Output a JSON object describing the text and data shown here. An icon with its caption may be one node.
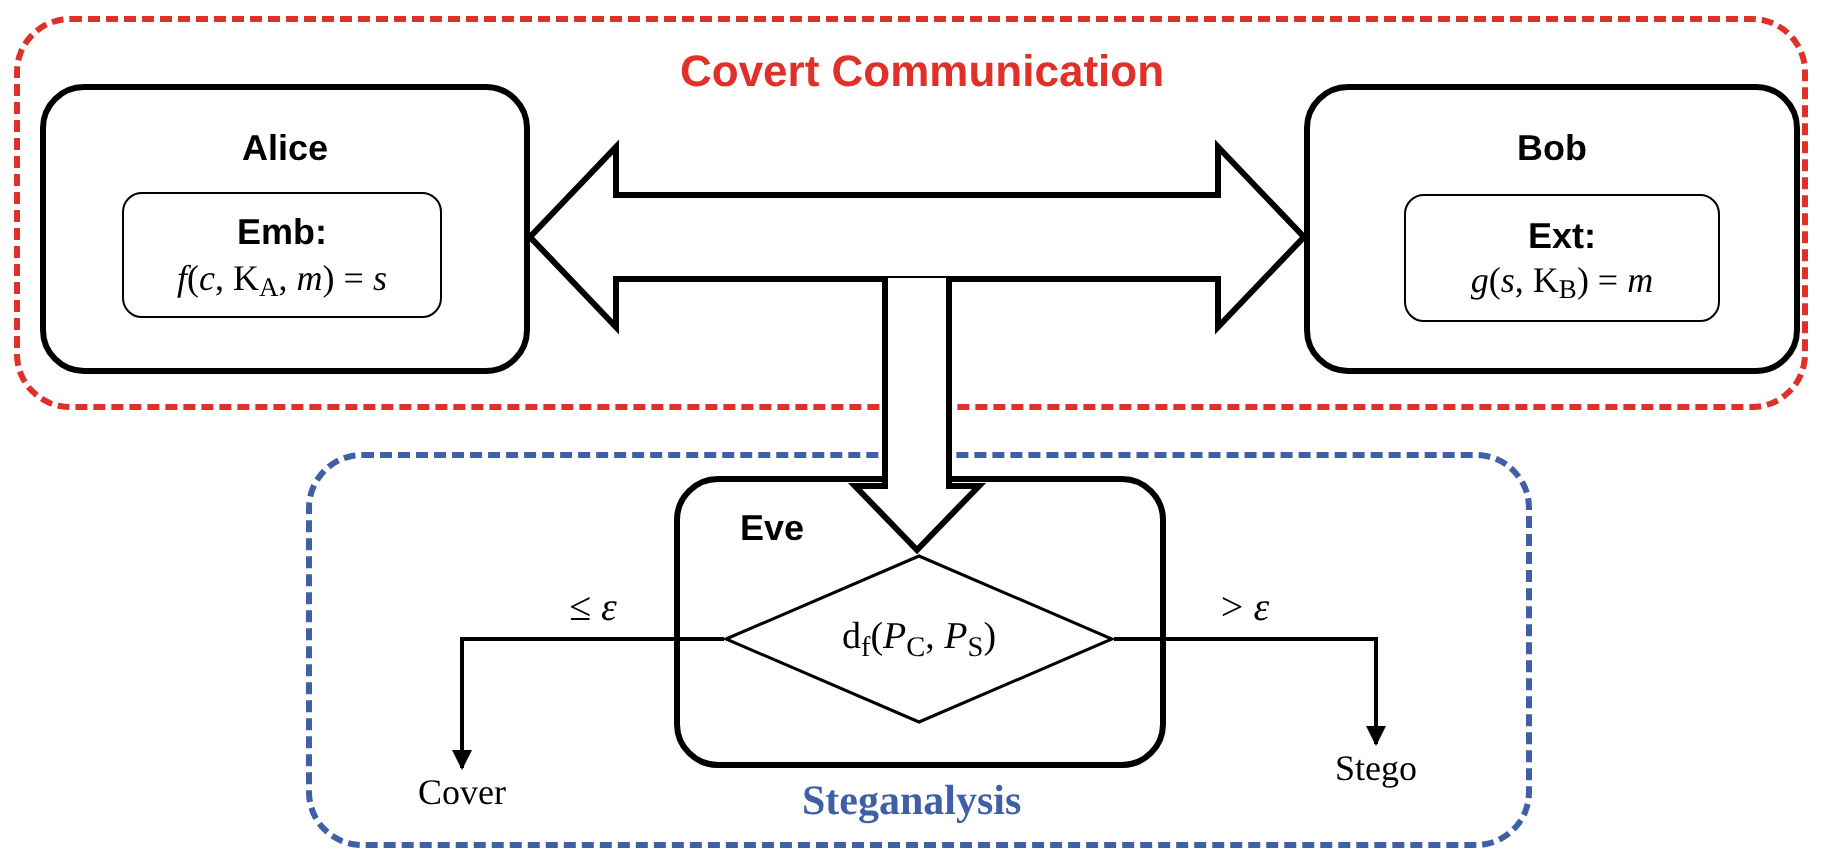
{
  "diagram": {
    "nodes": [
      {
        "text": [
          "Covert Communication"
        ]
      },
      {
        "text": [
          "Alice"
        ],
        "in": 0
      },
      {
        "text": [
          "Emb:",
          "*f*(*c*, K$_{A}$, *m*) = *s*"
        ],
        "in": 1
      },
      {
        "text": [
          "Bob"
        ],
        "in": 0
      },
      {
        "text": [
          "Ext:",
          "*g*(*s*, K$_{B}$) = *m*"
        ],
        "in": 3
      },
      {
        "text": [
          "Steganalysis"
        ]
      },
      {
        "text": [
          "Eve"
        ],
        "in": 5
      },
      {
        "text": [
          "d$_{f}$(*P*$_{C}$, *P*$_{S}$)"
        ],
        "in": 6
      },
      {
        "text": [
          "Cover"
        ],
        "in": 5
      },
      {
        "text": [
          "Stego"
        ],
        "in": 5
      }
    ],
    "edges": [
      {
        "from": 1,
        "to": 3,
        "arrow": "both",
        "style": "thick"
      },
      {
        "from": null,
        "to": 7,
        "arrow": "to",
        "style": "thick"
      },
      {
        "from": 7,
        "to": 8,
        "arrow": "to",
        "label": "≤ *ε*"
      },
      {
        "from": 7,
        "to": 9,
        "arrow": "to",
        "label": "> *ε*"
      }
    ]
  }
}
